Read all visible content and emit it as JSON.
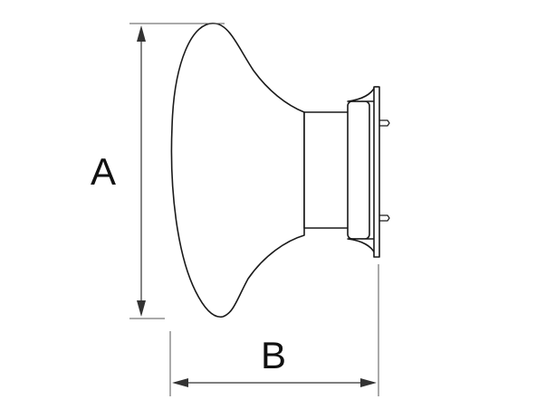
{
  "dimensions": {
    "height_label": "A",
    "projection_label": "B"
  },
  "icons": {
    "part": "cabinet-knob-side-view",
    "dimension_arrow": "double-headed-arrow"
  },
  "colors": {
    "line": "#1a1a1a",
    "dimension": "#333333",
    "background": "#ffffff"
  }
}
